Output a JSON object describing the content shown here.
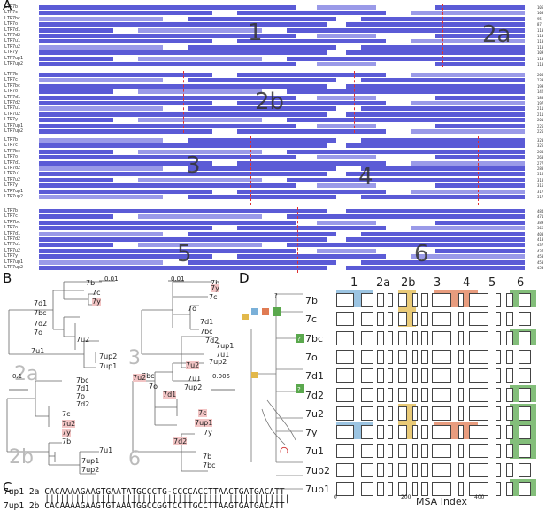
{
  "panels": {
    "a": "A",
    "b": "B",
    "c": "C",
    "d": "D"
  },
  "msa": {
    "block1": {
      "names": [
        "LTR7b",
        "LTR7c",
        "LTR7bc",
        "LTR7o",
        "LTR7d1",
        "LTR7d2",
        "LTR7u1",
        "LTR7u2",
        "LTR7y",
        "LTR7up1",
        "LTR7up2"
      ],
      "ends": [
        "105",
        "108",
        "95",
        "87",
        "110",
        "110",
        "110",
        "110",
        "109",
        "110",
        "110"
      ]
    },
    "block2": {
      "names": [
        "LTR7b",
        "LTR7c",
        "LTR7bc",
        "LTR7o",
        "LTR7d1",
        "LTR7d2",
        "LTR7u1",
        "LTR7u2",
        "LTR7y",
        "LTR7up1",
        "LTR7up2"
      ],
      "ends": [
        "206",
        "239",
        "199",
        "142",
        "188",
        "197",
        "211",
        "211",
        "201",
        "226",
        "226"
      ]
    },
    "block3": {
      "names": [
        "LTR7b",
        "LTR7c",
        "LTR7bc",
        "LTR7o",
        "LTR7d1",
        "LTR7d2",
        "LTR7u1",
        "LTR7u2",
        "LTR7y",
        "LTR7up1",
        "LTR7up2"
      ],
      "ends": [
        "320",
        "325",
        "264",
        "260",
        "277",
        "283",
        "318",
        "318",
        "316",
        "317",
        "317"
      ]
    },
    "block4": {
      "names": [
        "LTR7b",
        "LTR7c",
        "LTR7bc",
        "LTR7o",
        "LTR7d1",
        "LTR7d2",
        "LTR7u1",
        "LTR7u2",
        "LTR7y",
        "LTR7up1",
        "LTR7up2"
      ],
      "ends": [
        "484",
        "471",
        "389",
        "365",
        "403",
        "410",
        "437",
        "437",
        "453",
        "450",
        "450"
      ]
    },
    "regions": [
      "1",
      "2a",
      "2b",
      "3",
      "4",
      "5",
      "6"
    ]
  },
  "trees": {
    "t1": {
      "labels": [
        "7b",
        "7c",
        "7y",
        "7d1",
        "7bc",
        "7d2",
        "7o",
        "7u2",
        "7u1",
        "7up2",
        "7up1"
      ],
      "scale": "0.01",
      "name": "2a"
    },
    "t2": {
      "labels": [
        "7b",
        "7c",
        "7y",
        "7o",
        "7d1",
        "7bc",
        "7d2",
        "7up1",
        "7u1",
        "7up2",
        "7u2"
      ],
      "scale": "0.01",
      "name": "3"
    },
    "t3": {
      "labels": [
        "7bc",
        "7d1",
        "7o",
        "7d2",
        "7c",
        "7u2",
        "7y",
        "7b",
        "7u1",
        "7up1",
        "7up2"
      ],
      "scale": "0.1",
      "name": "2b"
    },
    "t4": {
      "labels": [
        "7bc",
        "7o",
        "7u2",
        "7d1",
        "7u1",
        "7up2",
        "7c",
        "7up1",
        "7y",
        "7d2",
        "7b",
        "7bc"
      ],
      "scale": "0.005",
      "name": "6"
    }
  },
  "panel_c": {
    "row1_label": "7up1 2a",
    "row1_seq": "CACAAAAGAAGTGAATATGCCCTG-CCCCACCTTAACTGATGACATT",
    "match": "|||||||||||||| ||||||| |||||| ||||| ||||||||||||",
    "row2_label": "7up1 2b",
    "row2_seq": "CACAAAAGAAGTGTAAATGGCCGGTCCTTGCCTTAAGTGATGACATT"
  },
  "panel_d": {
    "columns": [
      "1",
      "2a",
      "2b",
      "3",
      "4",
      "5",
      "6"
    ],
    "rows": [
      "7b",
      "7c",
      "7bc",
      "7o",
      "7d1",
      "7d2",
      "7u2",
      "7y",
      "7u1",
      "7up2",
      "7up1"
    ],
    "axis_title": "MSA Index",
    "ticks": [
      "0",
      "200",
      "400"
    ],
    "question": "?",
    "colors": {
      "blue": "#7ab0d8",
      "yellow": "#e2b84a",
      "orange": "#e07b53",
      "green": "#5aa84d",
      "msa_dark": "#5b5bd6",
      "msa_light": "#9a9ae8"
    }
  }
}
